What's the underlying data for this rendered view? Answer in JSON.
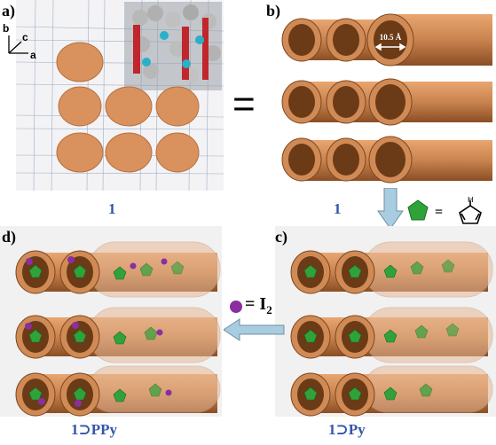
{
  "panels": {
    "a": {
      "label": "a)",
      "caption": "1",
      "axes": {
        "a": "a",
        "b": "b",
        "c": "c"
      }
    },
    "b": {
      "label": "b)",
      "caption": "1",
      "pore_size": "10.5 Å"
    },
    "c": {
      "label": "c)",
      "caption": "1⊃Py"
    },
    "d": {
      "label": "d)",
      "caption": "1⊃PPy"
    }
  },
  "equals_sign": "=",
  "legend_pyrrole": {
    "equals": "=",
    "atom": "H",
    "icon": "pyrrole-monomer-icon"
  },
  "legend_iodine": {
    "text": "= I",
    "subscript": "2",
    "icon": "iodine-sphere-icon"
  },
  "colors": {
    "tube": "#c9834f",
    "tube_dark": "#8a4e24",
    "pentagon": "#2fa33a",
    "iodine": "#8a2fa0",
    "arrow": "#a9cde0",
    "caption": "#3355aa"
  }
}
